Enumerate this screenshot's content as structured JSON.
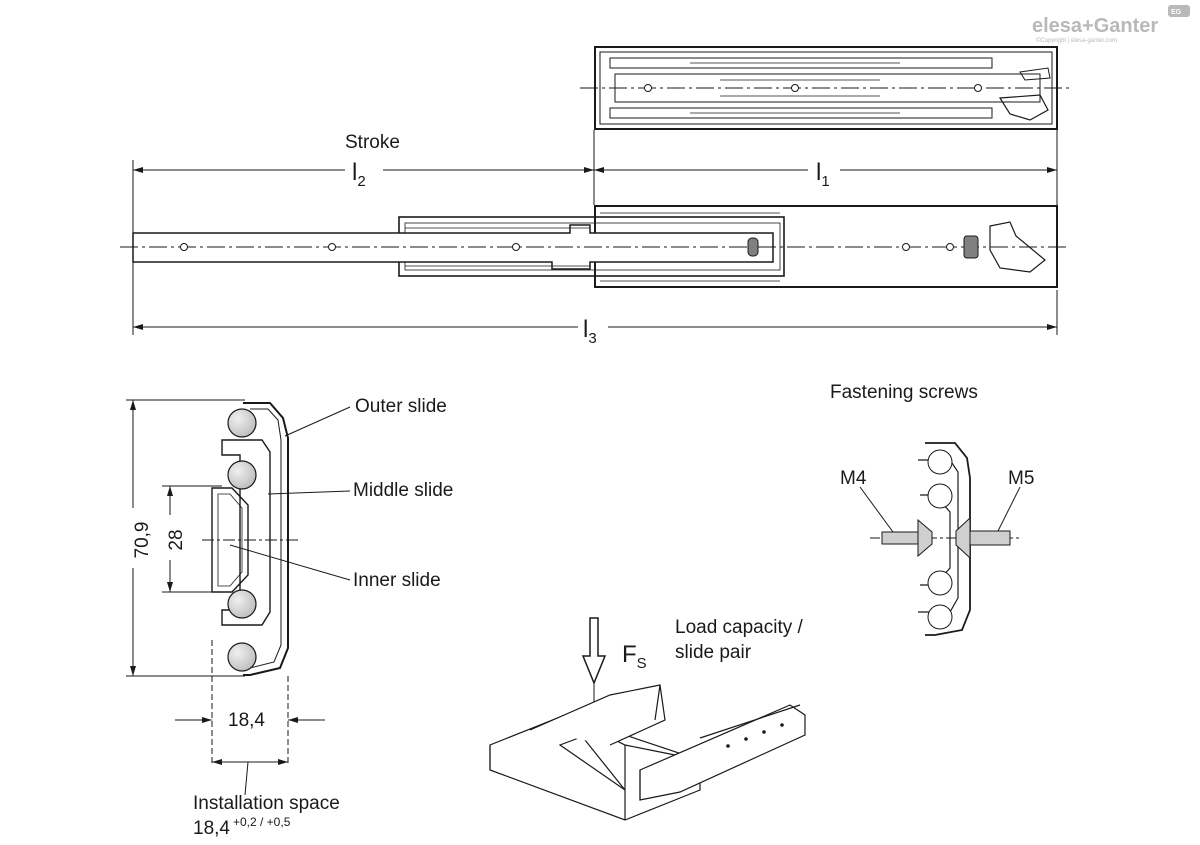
{
  "brand": {
    "logo_text": "elesa+Ganter",
    "badge": "EG",
    "copyright": "©Copyright | elesa-ganter.com"
  },
  "top_view": {
    "stroke_label": "Stroke",
    "l1_main": "l",
    "l1_sub": "1",
    "l2_main": "l",
    "l2_sub": "2",
    "l3_main": "l",
    "l3_sub": "3"
  },
  "cross_section": {
    "outer_slide": "Outer slide",
    "middle_slide": "Middle slide",
    "inner_slide": "Inner slide",
    "height_total": "70,9",
    "hole_spacing": "28",
    "width": "18,4",
    "installation_label": "Installation space",
    "installation_value": "18,4",
    "installation_tol": "+0,2 / +0,5"
  },
  "fastening": {
    "title": "Fastening screws",
    "left_screw": "M4",
    "right_screw": "M5"
  },
  "load": {
    "line1": "Load capacity /",
    "line2": "slide pair",
    "force_main": "F",
    "force_sub": "S"
  }
}
